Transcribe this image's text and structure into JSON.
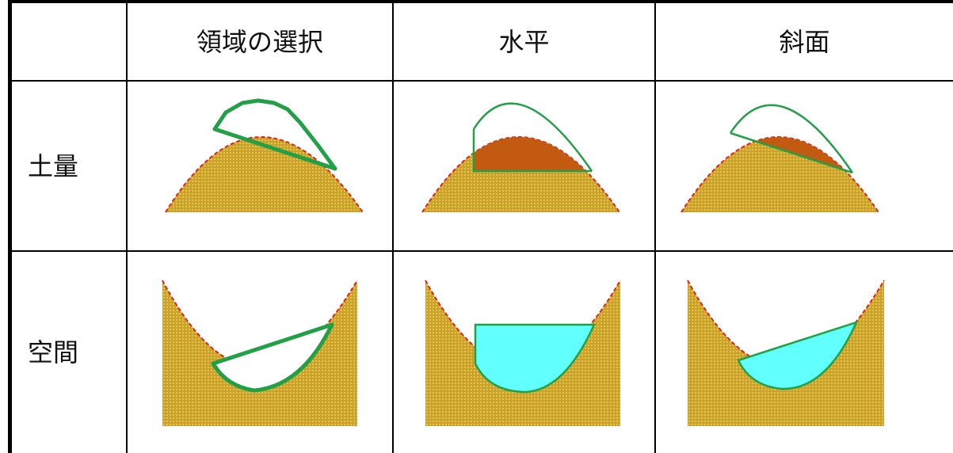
{
  "table": {
    "columns": [
      "領域の選択",
      "水平",
      "斜面"
    ],
    "rows": [
      "土量",
      "空間"
    ]
  },
  "colors": {
    "soil_fill": "#C9A227",
    "soil_dots": "#E8C65A",
    "boundary_red": "#E2231A",
    "selection_green": "#22A046",
    "cut_brown": "#C25A12",
    "space_cyan": "#62FFFF"
  }
}
